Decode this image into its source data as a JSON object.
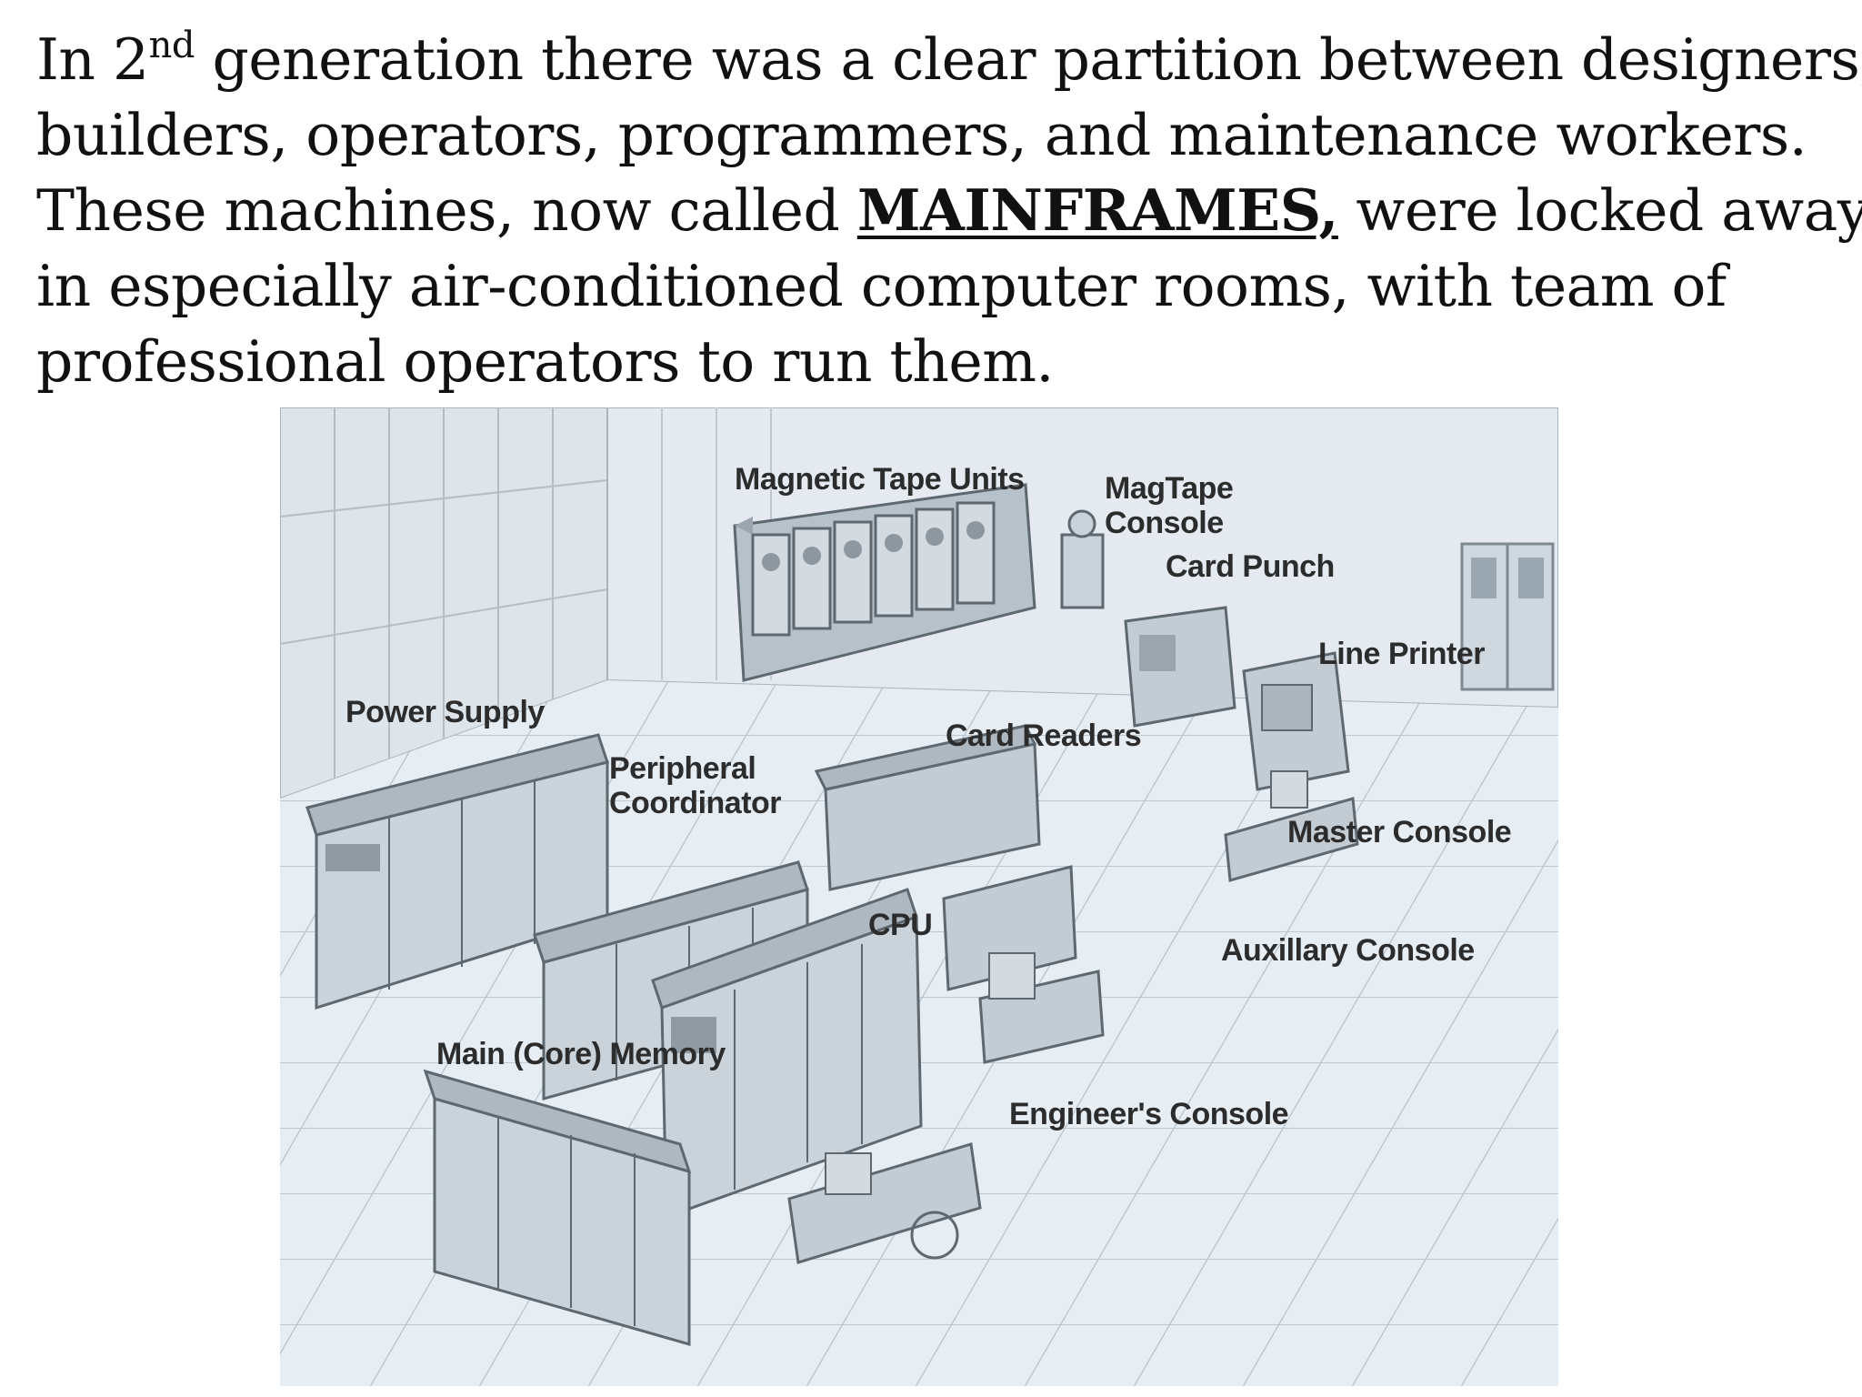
{
  "paragraph": {
    "line1_a": "In 2",
    "line1_sup": "nd",
    "line1_b": " generation there was a clear partition between designers,",
    "line2": "builders, operators, programmers, and maintenance workers.",
    "line3_a": "These machines, now called ",
    "line3_em": "MAINFRAMES,",
    "line3_b": " were locked away",
    "line4": "in especially air-conditioned computer rooms, with team of",
    "line5": "professional operators to run them."
  },
  "figure": {
    "labels": {
      "magnetic_tape_units": "Magnetic Tape Units",
      "magtape_console_1": "MagTape",
      "magtape_console_2": "Console",
      "card_punch": "Card Punch",
      "line_printer": "Line Printer",
      "power_supply": "Power Supply",
      "card_readers": "Card Readers",
      "peripheral_1": "Peripheral",
      "peripheral_2": "Coordinator",
      "master_console": "Master Console",
      "cpu": "CPU",
      "auxiliary_console": "Auxillary Console",
      "main_memory": "Main (Core) Memory",
      "engineers_console": "Engineer's Console"
    }
  }
}
